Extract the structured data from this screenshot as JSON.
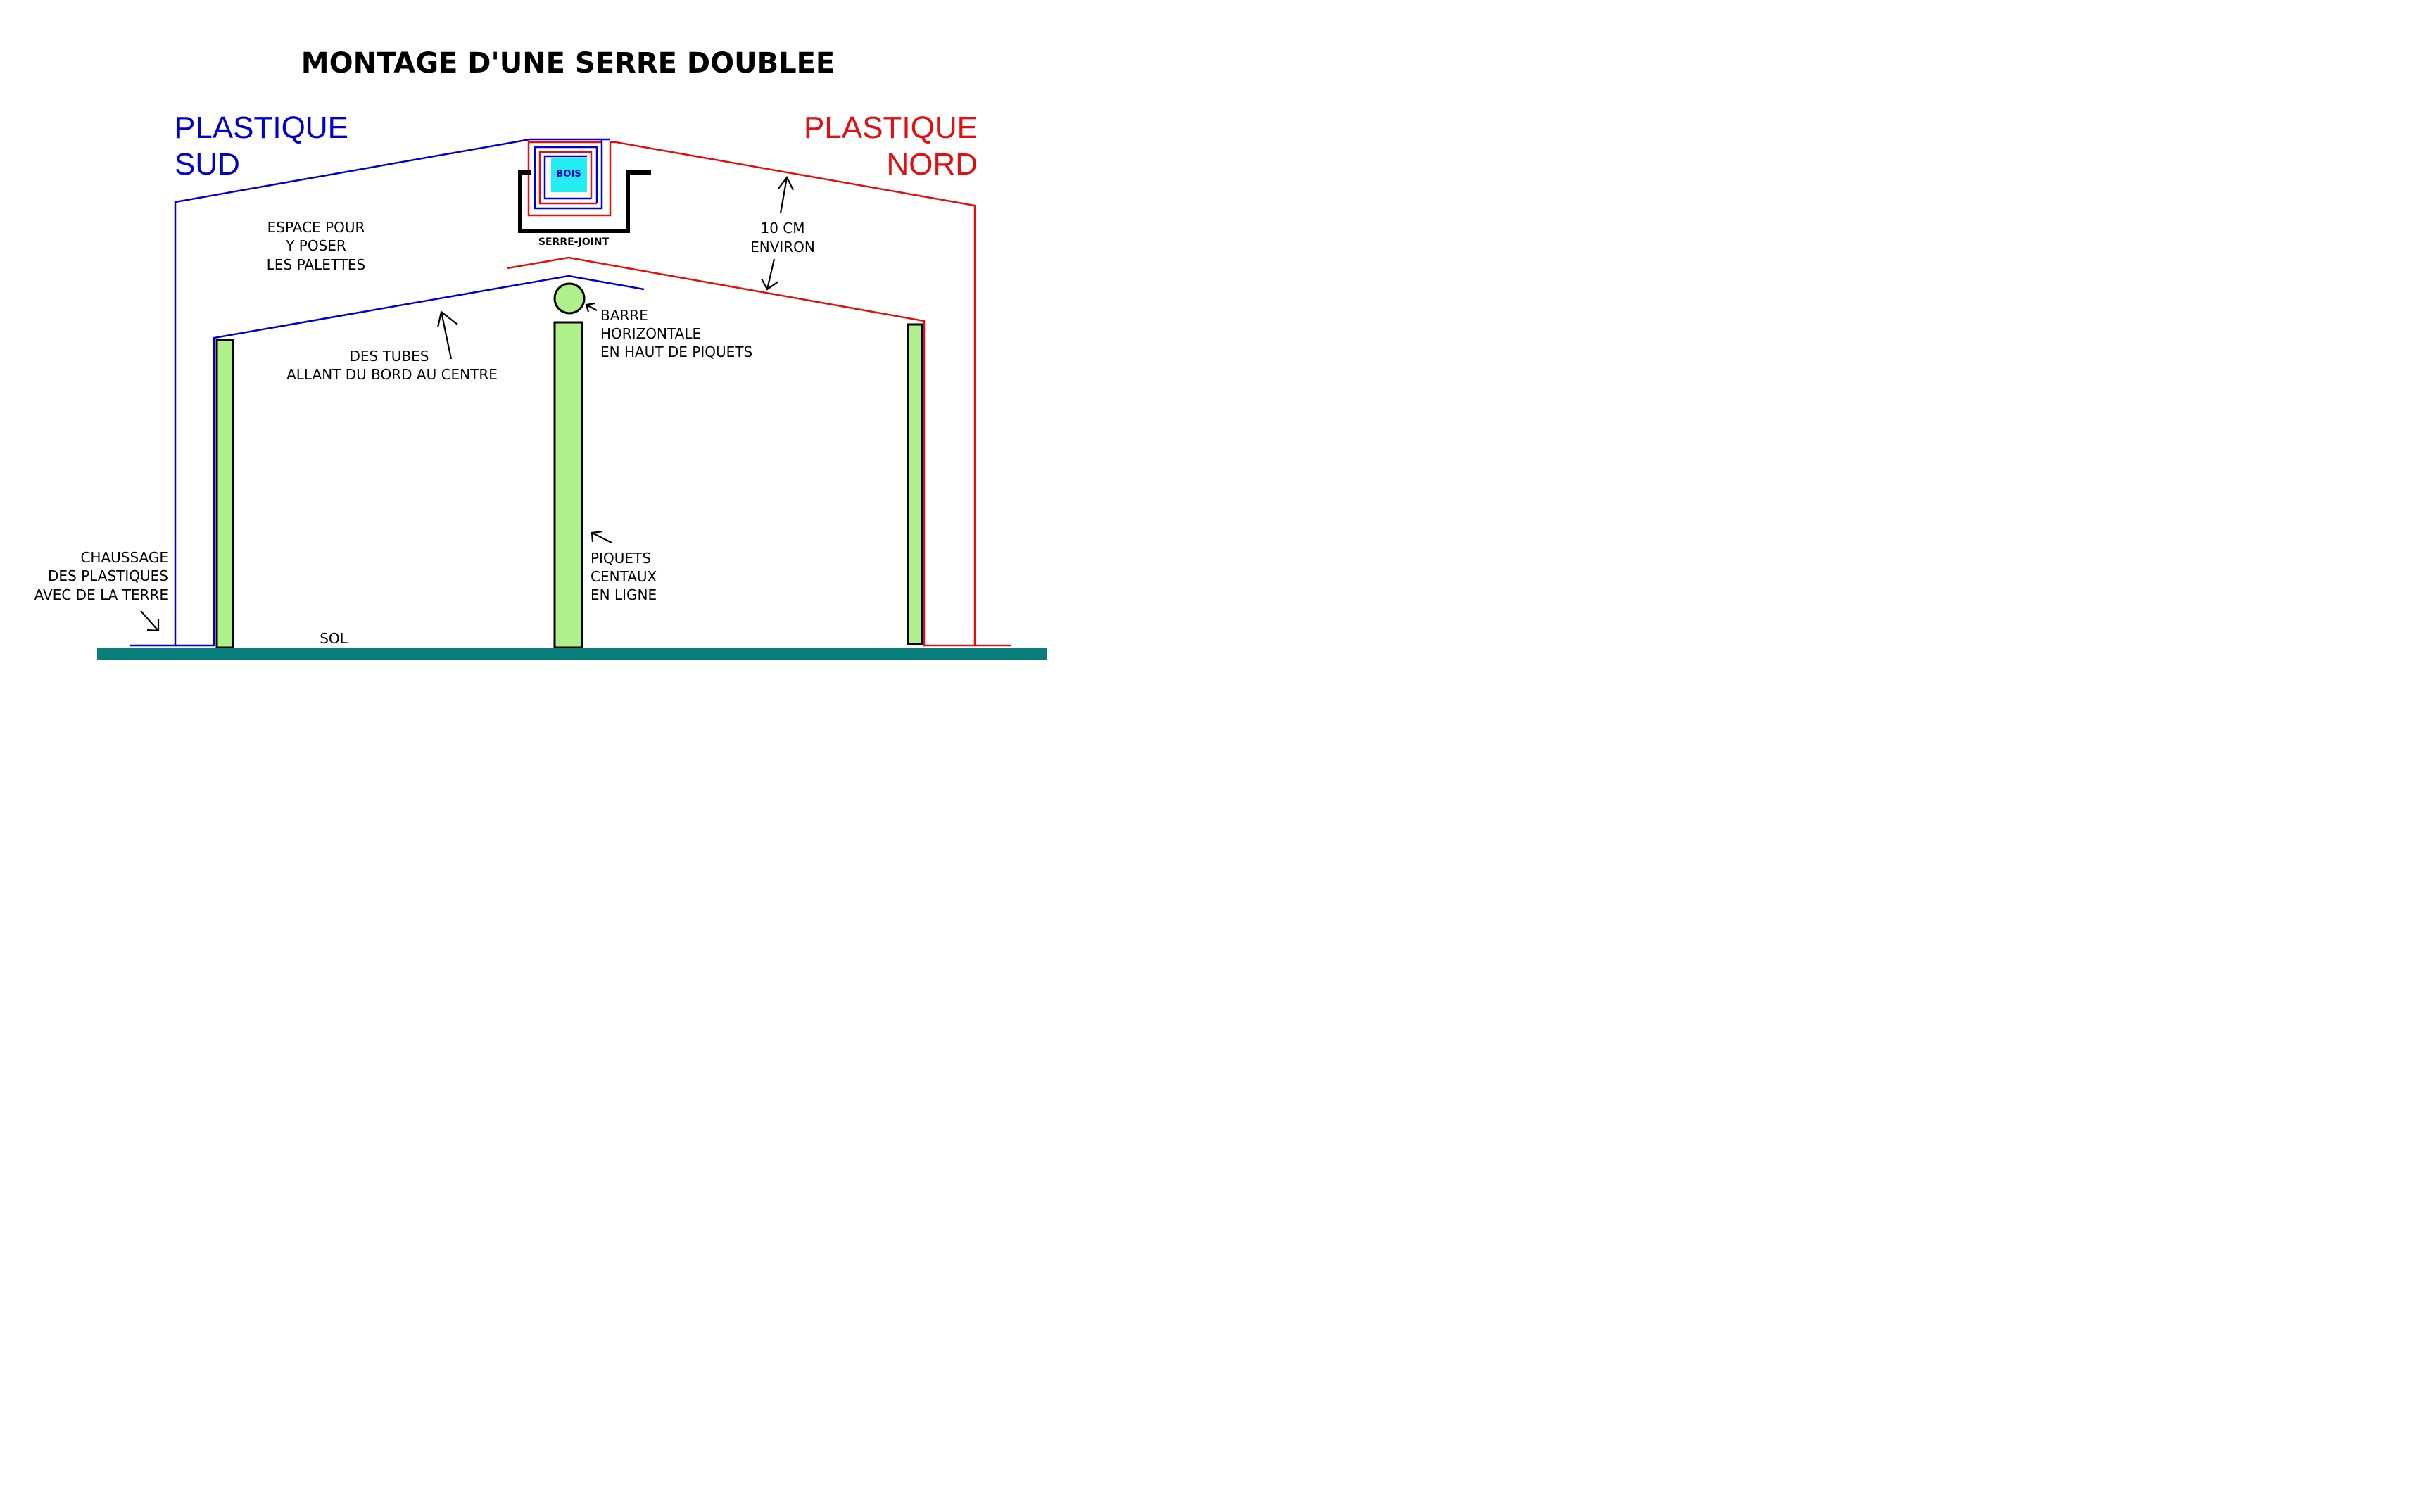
{
  "title": "MONTAGE D'UNE SERRE DOUBLEE",
  "colors": {
    "south": "#0000cc",
    "north": "#e01010",
    "post_fill": "#aef08a",
    "ground": "#0a7e7a",
    "wood": "#22eef0",
    "clamp": "#000000"
  },
  "labels": {
    "plastique_sud": [
      "PLASTIQUE",
      "SUD"
    ],
    "plastique_nord": [
      "PLASTIQUE",
      "NORD"
    ],
    "bois": "BOIS",
    "serre_joint": "SERRE-JOINT",
    "espace": [
      "ESPACE POUR",
      "Y POSER",
      "LES PALETTES"
    ],
    "distance": [
      "10 CM",
      "ENVIRON"
    ],
    "barre": [
      "BARRE",
      "HORIZONTALE",
      "EN HAUT DE PIQUETS"
    ],
    "tubes": [
      "DES TUBES",
      "ALLANT DU BORD AU CENTRE"
    ],
    "piquets": [
      "PIQUETS",
      "CENTAUX",
      "EN LIGNE"
    ],
    "chaussage": [
      "CHAUSSAGE",
      "DES PLASTIQUES",
      "AVEC DE LA TERRE"
    ],
    "sol": "SOL"
  }
}
